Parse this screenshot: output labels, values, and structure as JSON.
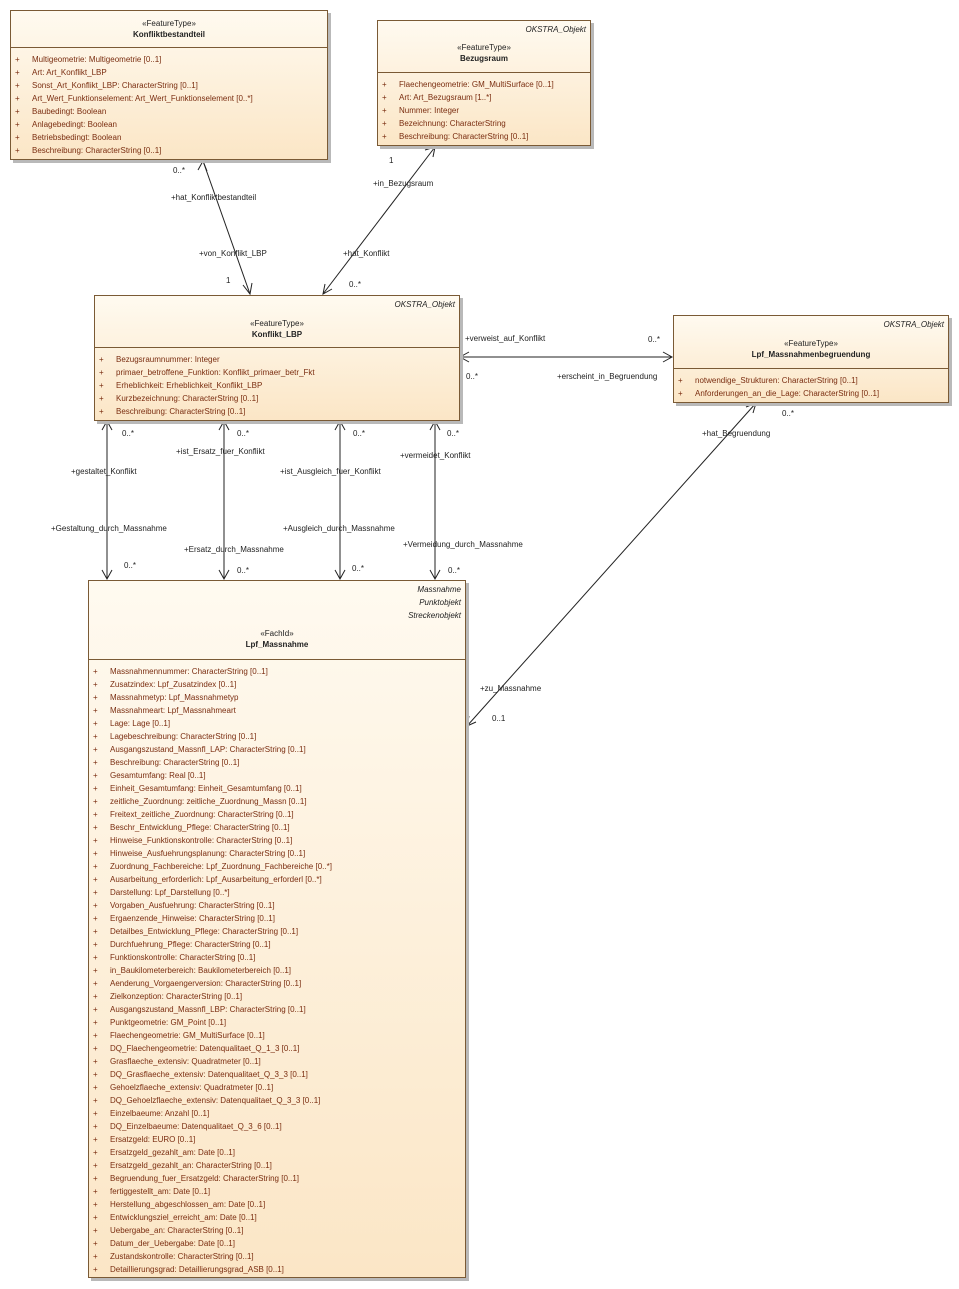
{
  "classes": {
    "konfliktbestandteil": {
      "stereotype": "«FeatureType»",
      "name": "Konfliktbestandteil",
      "attributes": [
        "Multigeometrie: Multigeometrie [0..1]",
        "Art: Art_Konflikt_LBP",
        "Sonst_Art_Konflikt_LBP: CharacterString [0..1]",
        "Art_Wert_Funktionselement: Art_Wert_Funktionselement [0..*]",
        "Baubedingt: Boolean",
        "Anlagebedingt: Boolean",
        "Betriebsbedingt: Boolean",
        "Beschreibung: CharacterString [0..1]"
      ]
    },
    "bezugsraum": {
      "tagged": "OKSTRA_Objekt",
      "stereotype": "«FeatureType»",
      "name": "Bezugsraum",
      "attributes": [
        "Flaechengeometrie: GM_MultiSurface [0..1]",
        "Art: Art_Bezugsraum [1..*]",
        "Nummer: Integer",
        "Bezeichnung: CharacterString",
        "Beschreibung: CharacterString [0..1]"
      ]
    },
    "konflikt_lbp": {
      "tagged": "OKSTRA_Objekt",
      "stereotype": "«FeatureType»",
      "name": "Konflikt_LBP",
      "attributes": [
        "Bezugsraumnummer: Integer",
        "primaer_betroffene_Funktion: Konflikt_primaer_betr_Fkt",
        "Erheblichkeit: Erheblichkeit_Konflikt_LBP",
        "Kurzbezeichnung: CharacterString [0..1]",
        "Beschreibung: CharacterString [0..1]"
      ]
    },
    "massnahmenbegruendung": {
      "tagged": "OKSTRA_Objekt",
      "stereotype": "«FeatureType»",
      "name": "Lpf_Massnahmenbegruendung",
      "attributes": [
        "notwendige_Strukturen: CharacterString [0..1]",
        "Anforderungen_an_die_Lage: CharacterString [0..1]"
      ]
    },
    "massnahme": {
      "tagged": [
        "Massnahme",
        "Punktobjekt",
        "Streckenobjekt"
      ],
      "stereotype": "«FachId»",
      "name": "Lpf_Massnahme",
      "attributes": [
        "Massnahmennummer: CharacterString [0..1]",
        "Zusatzindex: Lpf_Zusatzindex [0..1]",
        "Massnahmetyp: Lpf_Massnahmetyp",
        "Massnahmeart: Lpf_Massnahmeart",
        "Lage: Lage [0..1]",
        "Lagebeschreibung: CharacterString [0..1]",
        "Ausgangszustand_Massnfl_LAP: CharacterString [0..1]",
        "Beschreibung: CharacterString [0..1]",
        "Gesamtumfang: Real [0..1]",
        "Einheit_Gesamtumfang: Einheit_Gesamtumfang [0..1]",
        "zeitliche_Zuordnung: zeitliche_Zuordnung_Massn [0..1]",
        "Freitext_zeitliche_Zuordnung: CharacterString [0..1]",
        "Beschr_Entwicklung_Pflege: CharacterString [0..1]",
        "Hinweise_Funktionskontrolle: CharacterString [0..1]",
        "Hinweise_Ausfuehrungsplanung: CharacterString [0..1]",
        "Zuordnung_Fachbereiche: Lpf_Zuordnung_Fachbereiche [0..*]",
        "Ausarbeitung_erforderlich: Lpf_Ausarbeitung_erforderl [0..*]",
        "Darstellung: Lpf_Darstellung [0..*]",
        "Vorgaben_Ausfuehrung: CharacterString [0..1]",
        "Ergaenzende_Hinweise: CharacterString [0..1]",
        "Detailbes_Entwicklung_Pflege: CharacterString [0..1]",
        "Durchfuehrung_Pflege: CharacterString [0..1]",
        "Funktionskontrolle: CharacterString [0..1]",
        "in_Baukilometerbereich: Baukilometerbereich [0..1]",
        "Aenderung_Vorgaengerversion: CharacterString [0..1]",
        "Zielkonzeption: CharacterString [0..1]",
        "Ausgangszustand_Massnfl_LBP: CharacterString [0..1]",
        "Punktgeometrie: GM_Point [0..1]",
        "Flaechengeometrie: GM_MultiSurface [0..1]",
        "DQ_Flaechengeometrie: Datenqualitaet_Q_1_3 [0..1]",
        "Grasflaeche_extensiv: Quadratmeter [0..1]",
        "DQ_Grasflaeche_extensiv: Datenqualitaet_Q_3_3 [0..1]",
        "Gehoelzflaeche_extensiv: Quadratmeter [0..1]",
        "DQ_Gehoelzflaeche_extensiv: Datenqualitaet_Q_3_3 [0..1]",
        "Einzelbaeume: Anzahl [0..1]",
        "DQ_Einzelbaeume: Datenqualitaet_Q_3_6 [0..1]",
        "Ersatzgeld: EURO [0..1]",
        "Ersatzgeld_gezahlt_am: Date [0..1]",
        "Ersatzgeld_gezahlt_an: CharacterString [0..1]",
        "Begruendung_fuer_Ersatzgeld: CharacterString [0..1]",
        "fertiggestellt_am: Date [0..1]",
        "Herstellung_abgeschlossen_am: Date [0..1]",
        "Entwicklungsziel_erreicht_am: Date [0..1]",
        "Uebergabe_an: CharacterString [0..1]",
        "Datum_der_Uebergabe: Date [0..1]",
        "Zustandskontrolle: CharacterString [0..1]",
        "Detaillierungsgrad: Detaillierungsgrad_ASB [0..1]"
      ]
    }
  },
  "visibility_marker": "+",
  "association_labels": {
    "bestandteil_mult_top": "0..*",
    "bestandteil_role_top": "+hat_Konfliktbestandteil",
    "bestandteil_role_bottom": "+von_Konflikt_LBP",
    "bestandteil_mult_bottom": "1",
    "bezugsraum_mult_top": "1",
    "bezugsraum_role_top": "+in_Bezugsraum",
    "bezugsraum_role_bottom": "+hat_Konflikt",
    "bezugsraum_mult_bottom": "0..*",
    "verweist_role": "+verweist_auf_Konflikt",
    "verweist_mult": "0..*",
    "erscheint_role": "+erscheint_in_Begruendung",
    "erscheint_mult": "0..*",
    "gestaltet_mult_top": "0..*",
    "gestaltet_role": "+gestaltet_Konflikt",
    "gestaltung_role": "+Gestaltung_durch_Massnahme",
    "gestaltung_mult": "0..*",
    "ersatz_mult_top": "0..*",
    "ersatz_role_top": "+ist_Ersatz_fuer_Konflikt",
    "ersatz_role_bottom": "+Ersatz_durch_Massnahme",
    "ersatz_mult_bottom": "0..*",
    "ausgleich_mult_top": "0..*",
    "ausgleich_role_top": "+ist_Ausgleich_fuer_Konflikt",
    "ausgleich_role_bottom": "+Ausgleich_durch_Massnahme",
    "ausgleich_mult_bottom": "0..*",
    "vermeidet_mult_top": "0..*",
    "vermeidet_role_top": "+vermeidet_Konflikt",
    "vermeidung_role_bottom": "+Vermeidung_durch_Massnahme",
    "vermeidung_mult_bottom": "0..*",
    "begruendung_mult_top": "0..*",
    "begruendung_role_top": "+hat_Begruendung",
    "zu_massnahme_role": "+zu_Massnahme",
    "zu_massnahme_mult": "0..1"
  }
}
